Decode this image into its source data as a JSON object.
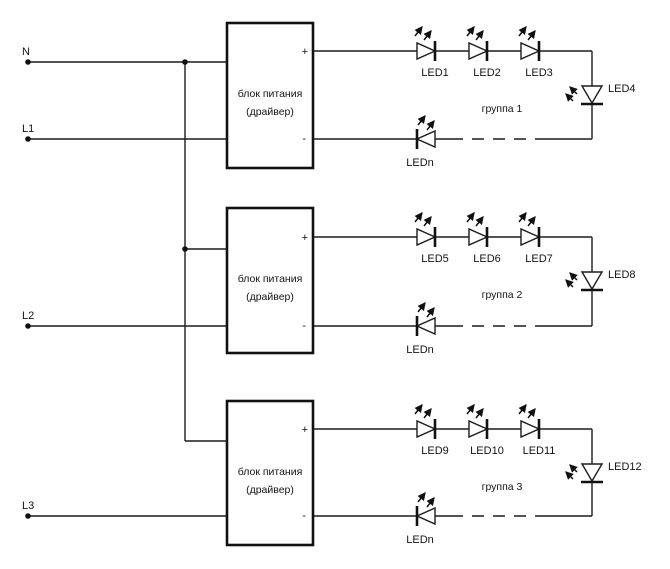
{
  "diagram_type": "led-driver-wiring-schematic",
  "colors": {
    "wire": "#1c1c1c",
    "background": "#ffffff"
  },
  "terminals": [
    {
      "label": "N"
    },
    {
      "label": "L1"
    },
    {
      "label": "L2"
    },
    {
      "label": "L3"
    }
  ],
  "driver": {
    "line1": "блок питания",
    "line2": "(драйвер)",
    "plus": "+",
    "minus": "-"
  },
  "groups": [
    {
      "label": "группа 1",
      "leds": [
        "LED1",
        "LED2",
        "LED3"
      ],
      "corner_led": "LED4",
      "return_led": "LEDn"
    },
    {
      "label": "группа 2",
      "leds": [
        "LED5",
        "LED6",
        "LED7"
      ],
      "corner_led": "LED8",
      "return_led": "LEDn"
    },
    {
      "label": "группа 3",
      "leds": [
        "LED9",
        "LED10",
        "LED11"
      ],
      "corner_led": "LED12",
      "return_led": "LEDn"
    }
  ]
}
